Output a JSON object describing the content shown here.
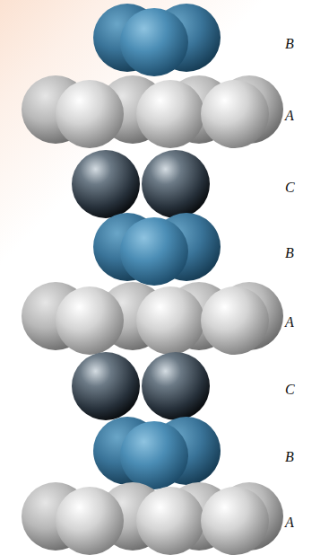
{
  "diagram": {
    "labels": [
      "B",
      "A",
      "C",
      "B",
      "A",
      "C",
      "B",
      "A"
    ]
  }
}
